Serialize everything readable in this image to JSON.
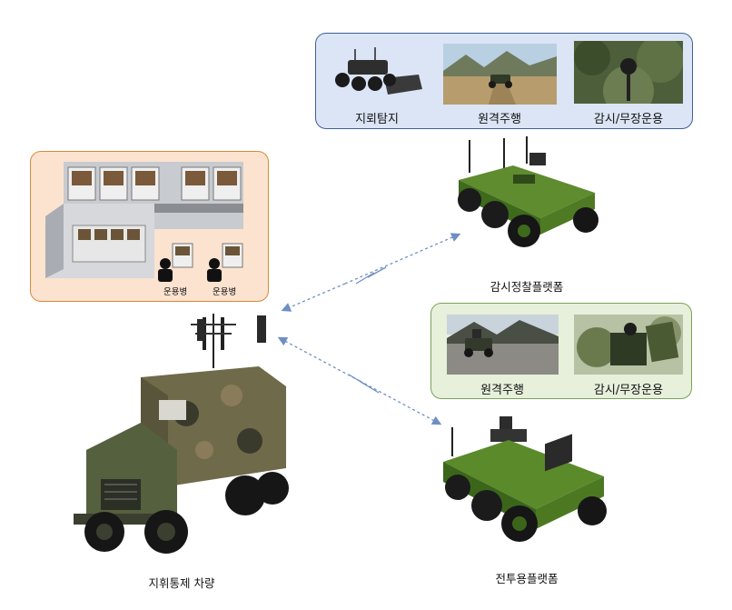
{
  "top_panel": {
    "labels": [
      "지뢰탐지",
      "원격주행",
      "감시/무장운용"
    ]
  },
  "control_room": {
    "operators": [
      "운용병",
      "운용병"
    ]
  },
  "middle_panel": {
    "labels": [
      "원격주행",
      "감시/무장운용"
    ]
  },
  "captions": {
    "surveillance_platform": "감시정찰플랫폼",
    "combat_platform": "전투용플랫폼",
    "command_vehicle": "지휘통제 차량"
  },
  "colors": {
    "top_panel_bg": "#dbe5f5",
    "top_panel_border": "#3f5f9a",
    "left_panel_bg": "#fbe3cf",
    "left_panel_border": "#d88a3c",
    "mid_panel_bg": "#e6f0db",
    "mid_panel_border": "#7ea05a",
    "link_arrow": "#6f8fc4"
  }
}
